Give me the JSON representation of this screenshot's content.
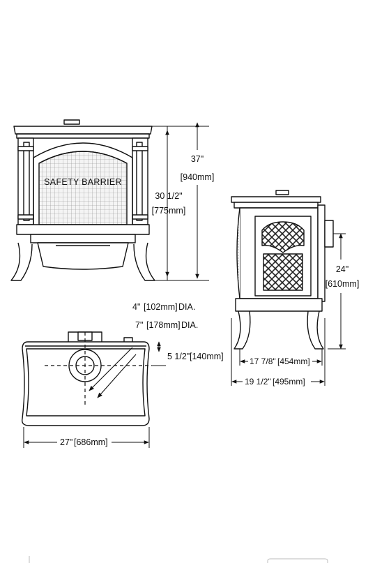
{
  "diagram": {
    "front_view": {
      "panel_label": "SAFETY BARRIER",
      "overall_height": {
        "imperial": "37\"",
        "metric": "[940mm]"
      },
      "top_height": {
        "imperial": "30 1/2\"",
        "metric": "[775mm]"
      }
    },
    "side_view": {
      "flue_height": {
        "imperial": "24\"",
        "metric": "[610mm]"
      },
      "leg_depth": {
        "imperial": "17 7/8\"",
        "metric": "[454mm]"
      },
      "overall_depth": {
        "imperial": "19 1/2\"",
        "metric": "[495mm]"
      }
    },
    "top_view": {
      "flue_diameter_small": {
        "imperial": "4\"",
        "metric": "[102mm]",
        "suffix": "DIA."
      },
      "flue_diameter_large": {
        "imperial": "7\"",
        "metric": "[178mm]",
        "suffix": "DIA."
      },
      "flue_offset": {
        "imperial": "5 1/2\"",
        "metric": "[140mm]"
      },
      "overall_width": {
        "imperial": "27\"",
        "metric": "[686mm]"
      }
    }
  }
}
